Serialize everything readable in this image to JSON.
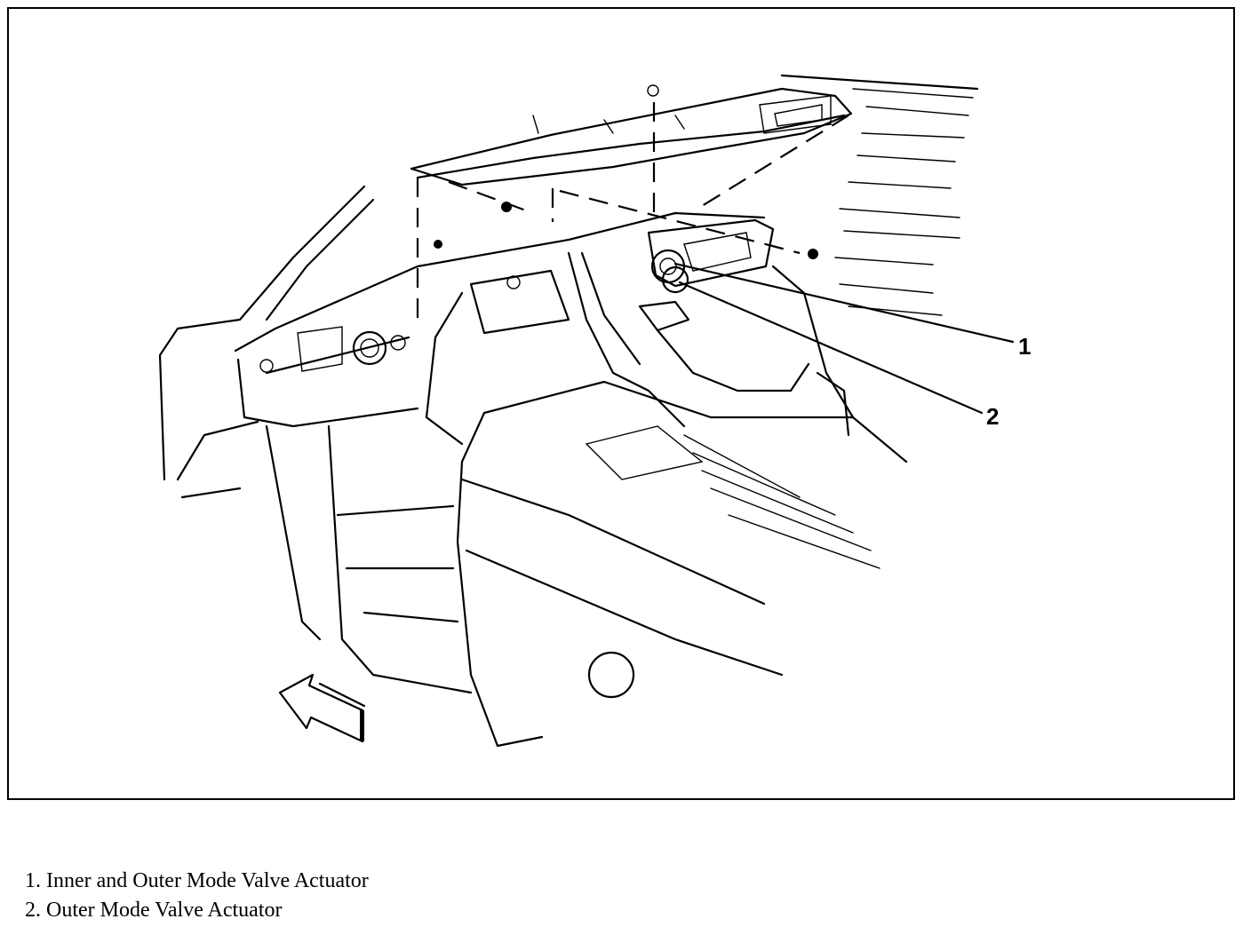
{
  "callouts": [
    {
      "number": "1",
      "label": "1. Inner and Outer Mode Valve Actuator"
    },
    {
      "number": "2",
      "label": "2. Outer Mode Valve Actuator"
    }
  ],
  "icons": {
    "direction_arrow": "front-direction-arrow-icon"
  }
}
